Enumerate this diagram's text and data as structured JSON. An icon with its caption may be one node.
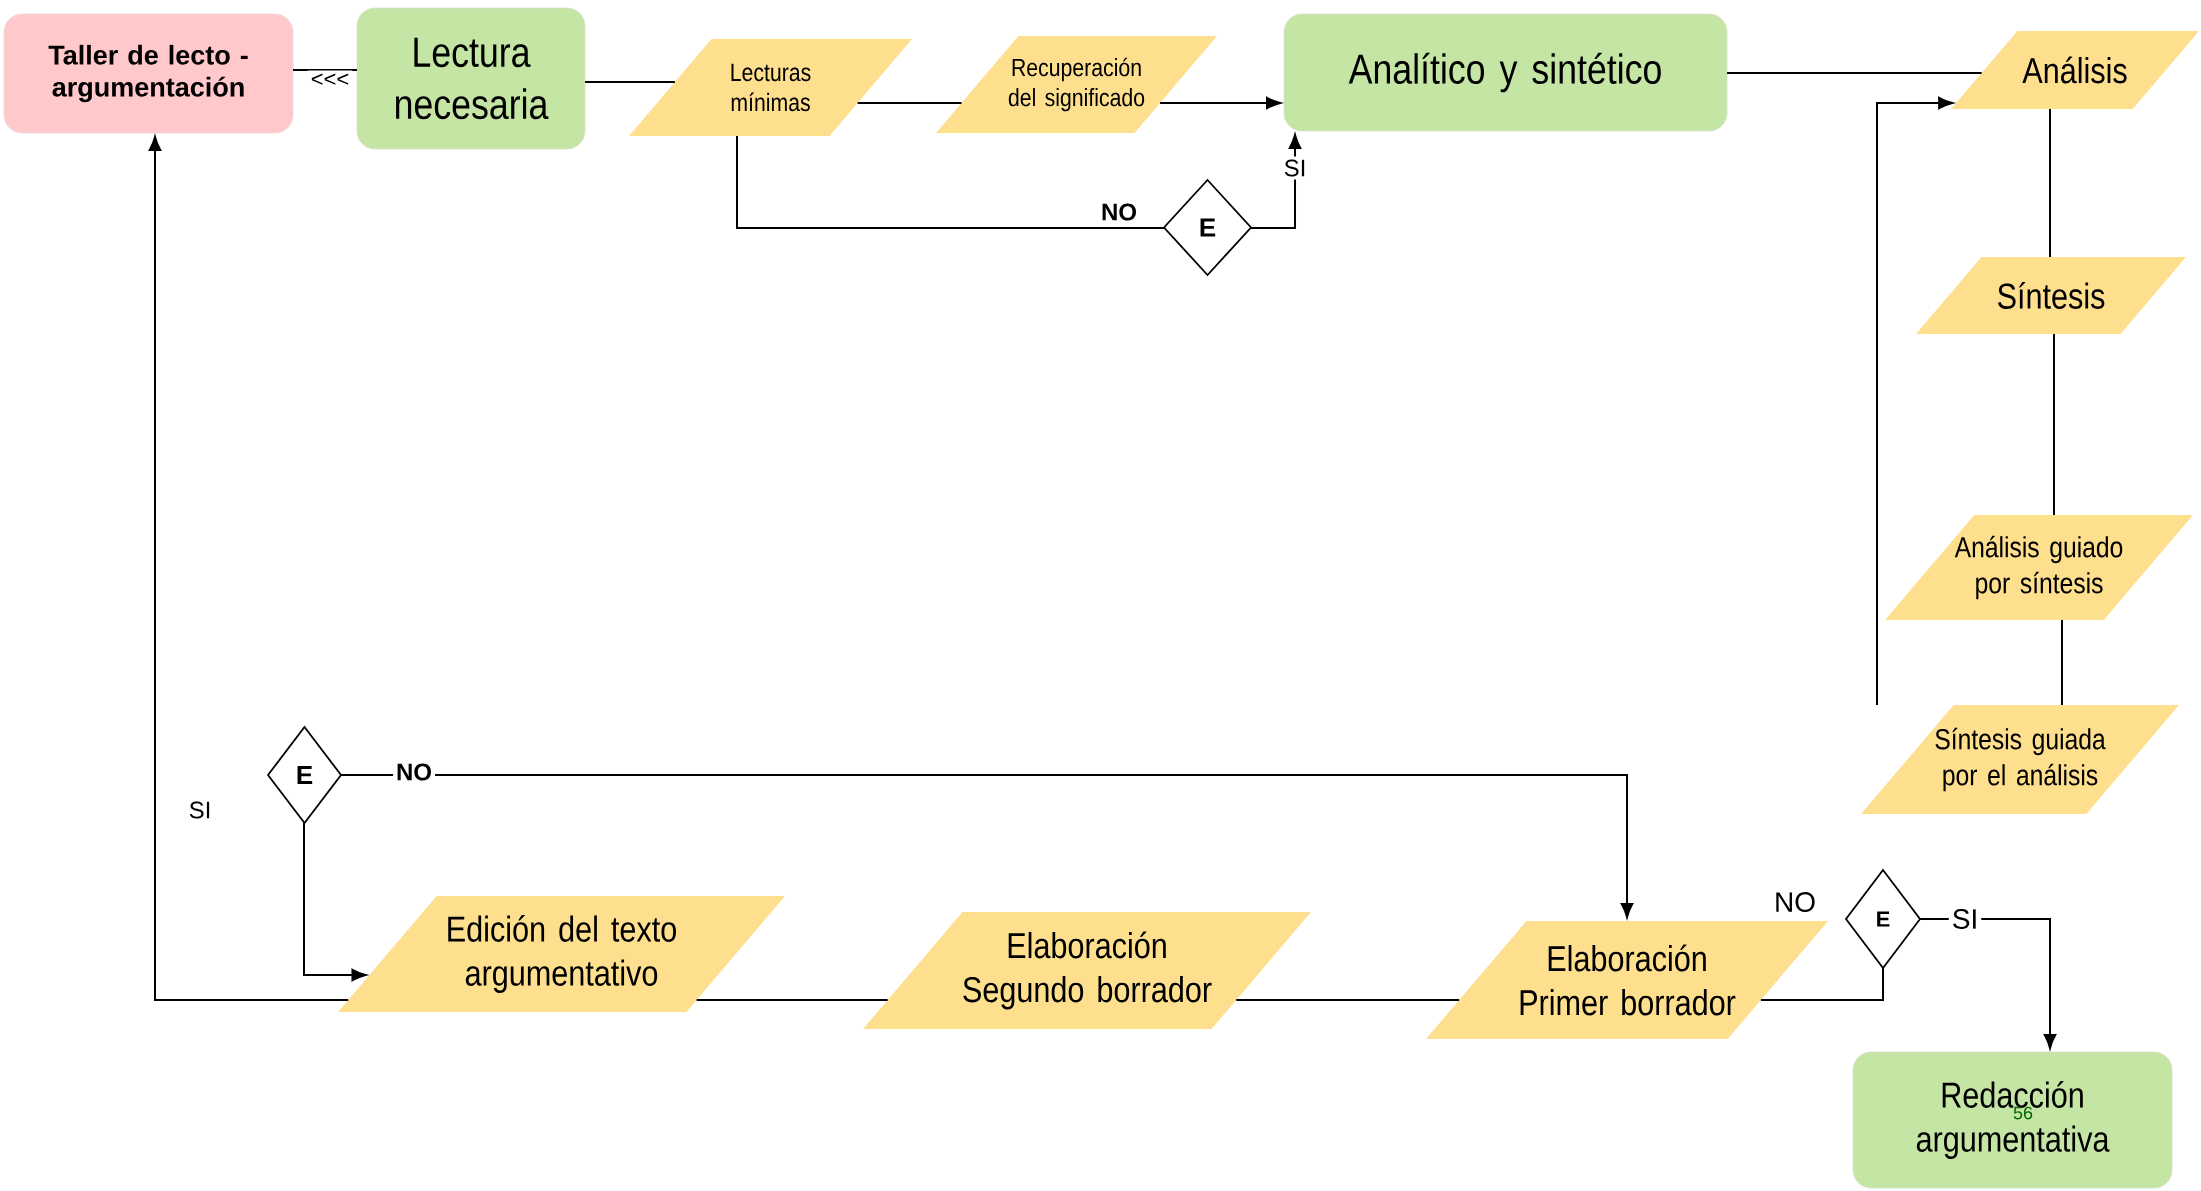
{
  "diagram": {
    "nodes": [
      {
        "text": [
          "Taller de lecto - argumentación"
        ]
      },
      {
        "text": [
          "Lectura necesaria"
        ]
      },
      {
        "text": [
          "Lecturas mínimas"
        ]
      },
      {
        "text": [
          "Recuperación del significado"
        ]
      },
      {
        "text": [
          "Analítico y sintético"
        ]
      },
      {
        "text": [
          "Análisis"
        ]
      },
      {
        "text": [
          "Síntesis"
        ]
      },
      {
        "text": [
          "Análisis guiado por síntesis"
        ]
      },
      {
        "text": [
          "Síntesis guiada por el análisis"
        ]
      },
      {
        "text": [
          "E"
        ]
      },
      {
        "text": [
          "E"
        ]
      },
      {
        "text": [
          "Edición del texto argumentativo"
        ]
      },
      {
        "text": [
          "Elaboración Segundo borrador"
        ]
      },
      {
        "text": [
          "Elaboración Primer borrador"
        ]
      },
      {
        "text": [
          "E"
        ]
      },
      {
        "text": [
          "Redacción argumentativa"
        ]
      }
    ],
    "edges": [
      {
        "from": 1,
        "to": 0,
        "arrow": "none",
        "label": "<<<"
      },
      {
        "from": 1,
        "to": 2,
        "arrow": "none"
      },
      {
        "from": 2,
        "to": 3,
        "arrow": "none"
      },
      {
        "from": 3,
        "to": 4,
        "arrow": "to"
      },
      {
        "from": 9,
        "to": 2,
        "arrow": "none",
        "label": "NO"
      },
      {
        "from": 9,
        "to": 4,
        "arrow": "to",
        "label": "SI"
      },
      {
        "from": 4,
        "to": 5,
        "arrow": "none"
      },
      {
        "from": 5,
        "to": 6,
        "arrow": "none"
      },
      {
        "from": 6,
        "to": 7,
        "arrow": "none"
      },
      {
        "from": 7,
        "to": 8,
        "arrow": "none"
      },
      {
        "from": 8,
        "to": 5,
        "arrow": "to"
      },
      {
        "from": 10,
        "to": 13,
        "arrow": "to",
        "label": "NO"
      },
      {
        "from": 10,
        "to": 11,
        "arrow": "to"
      },
      {
        "from": 13,
        "to": 12,
        "arrow": "none"
      },
      {
        "from": 12,
        "to": 11,
        "arrow": "none"
      },
      {
        "from": 11,
        "to": 0,
        "arrow": "to",
        "label": "SI"
      },
      {
        "from": 13,
        "to": 14,
        "arrow": "none",
        "label": "NO"
      },
      {
        "from": 14,
        "to": 15,
        "arrow": "to",
        "label": "SI"
      }
    ],
    "labels": [
      "56"
    ]
  }
}
